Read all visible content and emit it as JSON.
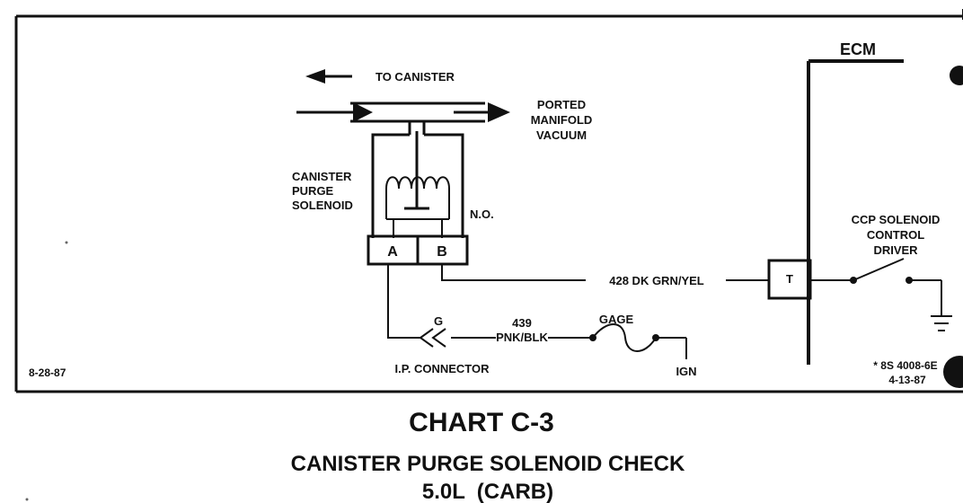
{
  "diagram": {
    "to_canister": "TO CANISTER",
    "ported_line1": "PORTED",
    "ported_line2": "MANIFOLD",
    "ported_line3": "VACUUM",
    "solenoid_line1": "CANISTER",
    "solenoid_line2": "PURGE",
    "solenoid_line3": "SOLENOID",
    "normally_open": "N.O.",
    "pin_a": "A",
    "pin_b": "B",
    "wire_428": "428 DK GRN/YEL",
    "ecm": "ECM",
    "terminal_t": "T",
    "ccp_line1": "CCP SOLENOID",
    "ccp_line2": "CONTROL",
    "ccp_line3": "DRIVER",
    "g_label": "G",
    "wire_439_num": "439",
    "wire_439_color": "PNK/BLK",
    "gage": "GAGE",
    "ip_connector": "I.P. CONNECTOR",
    "ign": "IGN",
    "date_left": "8-28-87",
    "ref_code": "* 8S 4008-6E",
    "date_right": "4-13-87"
  },
  "titles": {
    "chart": "CHART C-3",
    "check": "CANISTER PURGE SOLENOID CHECK",
    "engine": "5.0L  (CARB)"
  }
}
